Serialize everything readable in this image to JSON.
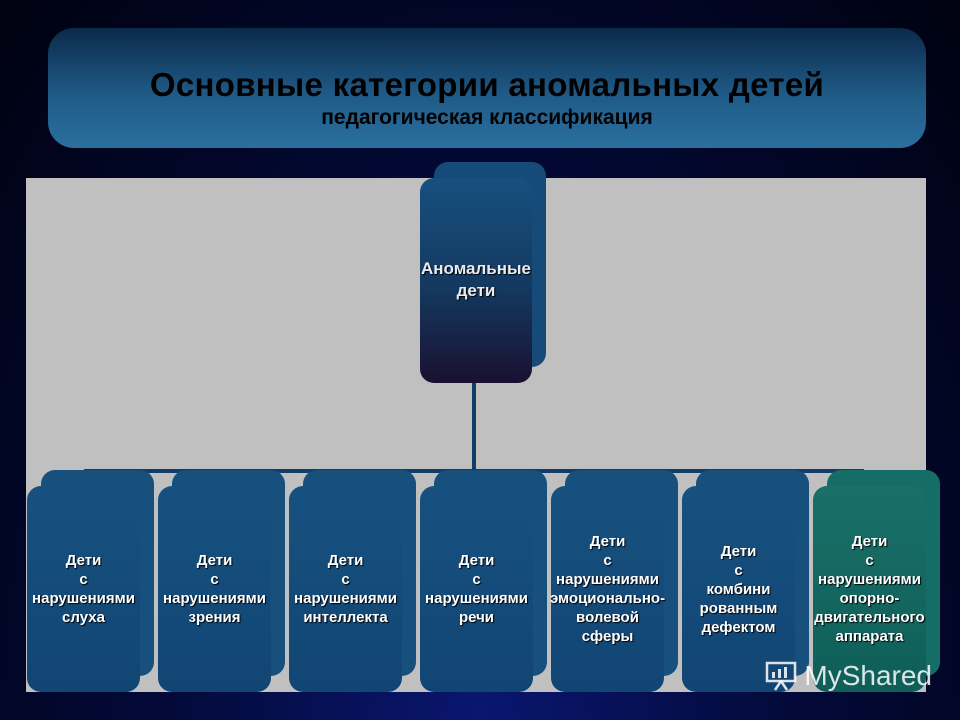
{
  "header": {
    "title": "Основные категории аномальных детей",
    "subtitle": "педагогическая классификация"
  },
  "diagram": {
    "root": "Аномальные\nдети",
    "categories": [
      "Дети\nс\nнарушениями\nслуха",
      "Дети\nс\nнарушениями\nзрения",
      "Дети\nс\nнарушениями\nинтеллекта",
      "Дети\nс\nнарушениями\nречи",
      "Дети\nс\nнарушениями\nэмоционально-\nволевой\nсферы",
      "Дети\nс\nкомбини\nрованным\nдефектом",
      "Дети\nс\nнарушениями\nопорно-\nдвигательного\nаппарата"
    ]
  },
  "colors": {
    "box_blue": "#114574",
    "box_teal": "#0f5e58",
    "panel": "#c0c0c0",
    "connector": "#123e66"
  },
  "watermark": {
    "text": "MyShared",
    "icon": "presentation-board-icon"
  }
}
